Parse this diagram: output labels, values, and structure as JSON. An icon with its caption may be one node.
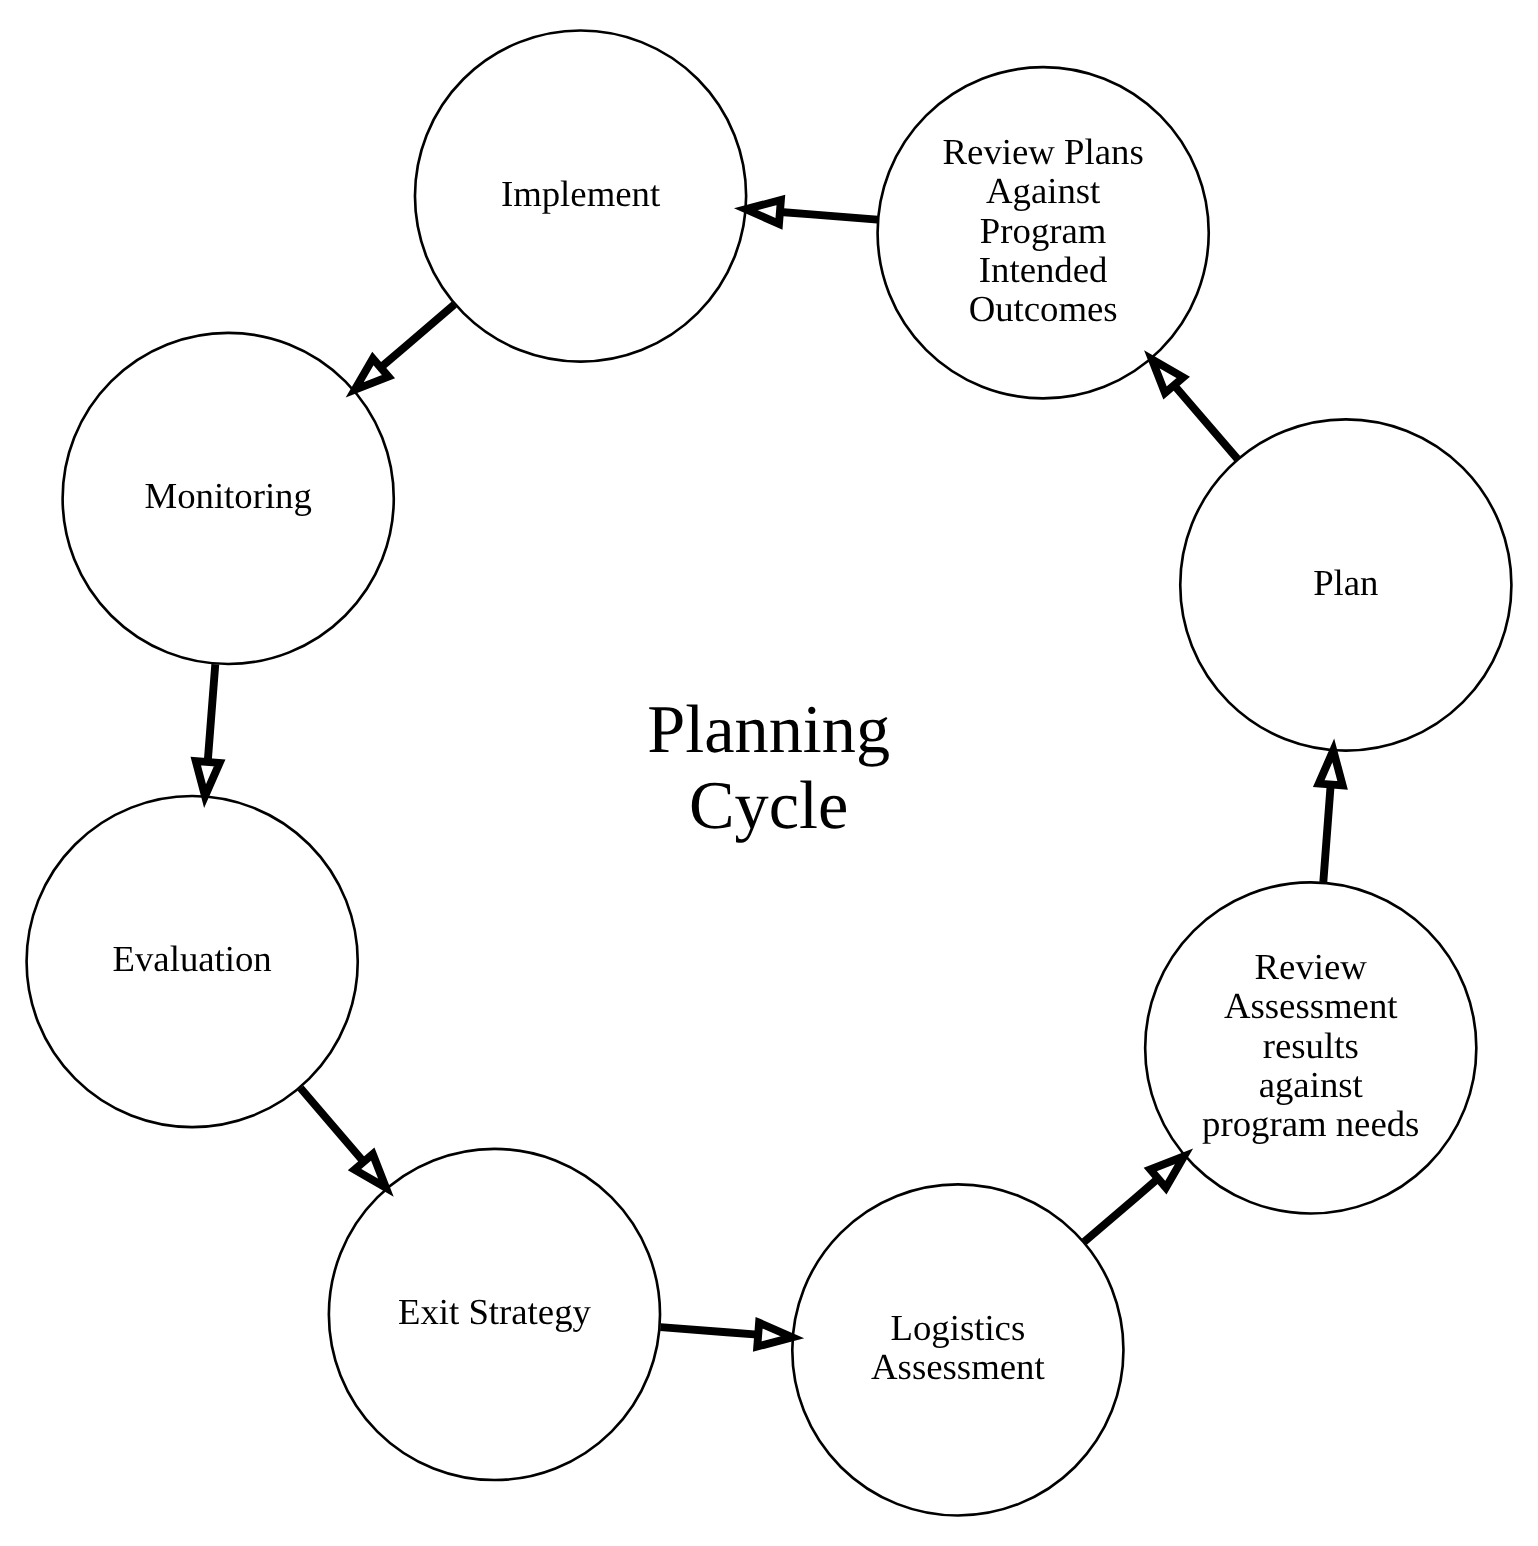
{
  "diagram": {
    "nodes": [
      {
        "text": [
          "Logistics Assessment"
        ]
      },
      {
        "text": [
          "Review Assessment results against program needs"
        ]
      },
      {
        "text": [
          "Plan"
        ]
      },
      {
        "text": [
          "Review Plans Against Program Intended Outcomes"
        ]
      },
      {
        "text": [
          "Implement"
        ]
      },
      {
        "text": [
          "Monitoring"
        ]
      },
      {
        "text": [
          "Evaluation"
        ]
      },
      {
        "text": [
          "Exit Strategy"
        ]
      }
    ],
    "edges": [
      {
        "from": 0,
        "to": 1,
        "arrow": "to"
      },
      {
        "from": 1,
        "to": 2,
        "arrow": "to"
      },
      {
        "from": 2,
        "to": 3,
        "arrow": "to"
      },
      {
        "from": 3,
        "to": 4,
        "arrow": "to"
      },
      {
        "from": 4,
        "to": 5,
        "arrow": "to"
      },
      {
        "from": 5,
        "to": 6,
        "arrow": "to"
      },
      {
        "from": 6,
        "to": 7,
        "arrow": "to"
      },
      {
        "from": 7,
        "to": 0,
        "arrow": "to"
      }
    ],
    "labels": [
      "Planning Cycle"
    ]
  }
}
